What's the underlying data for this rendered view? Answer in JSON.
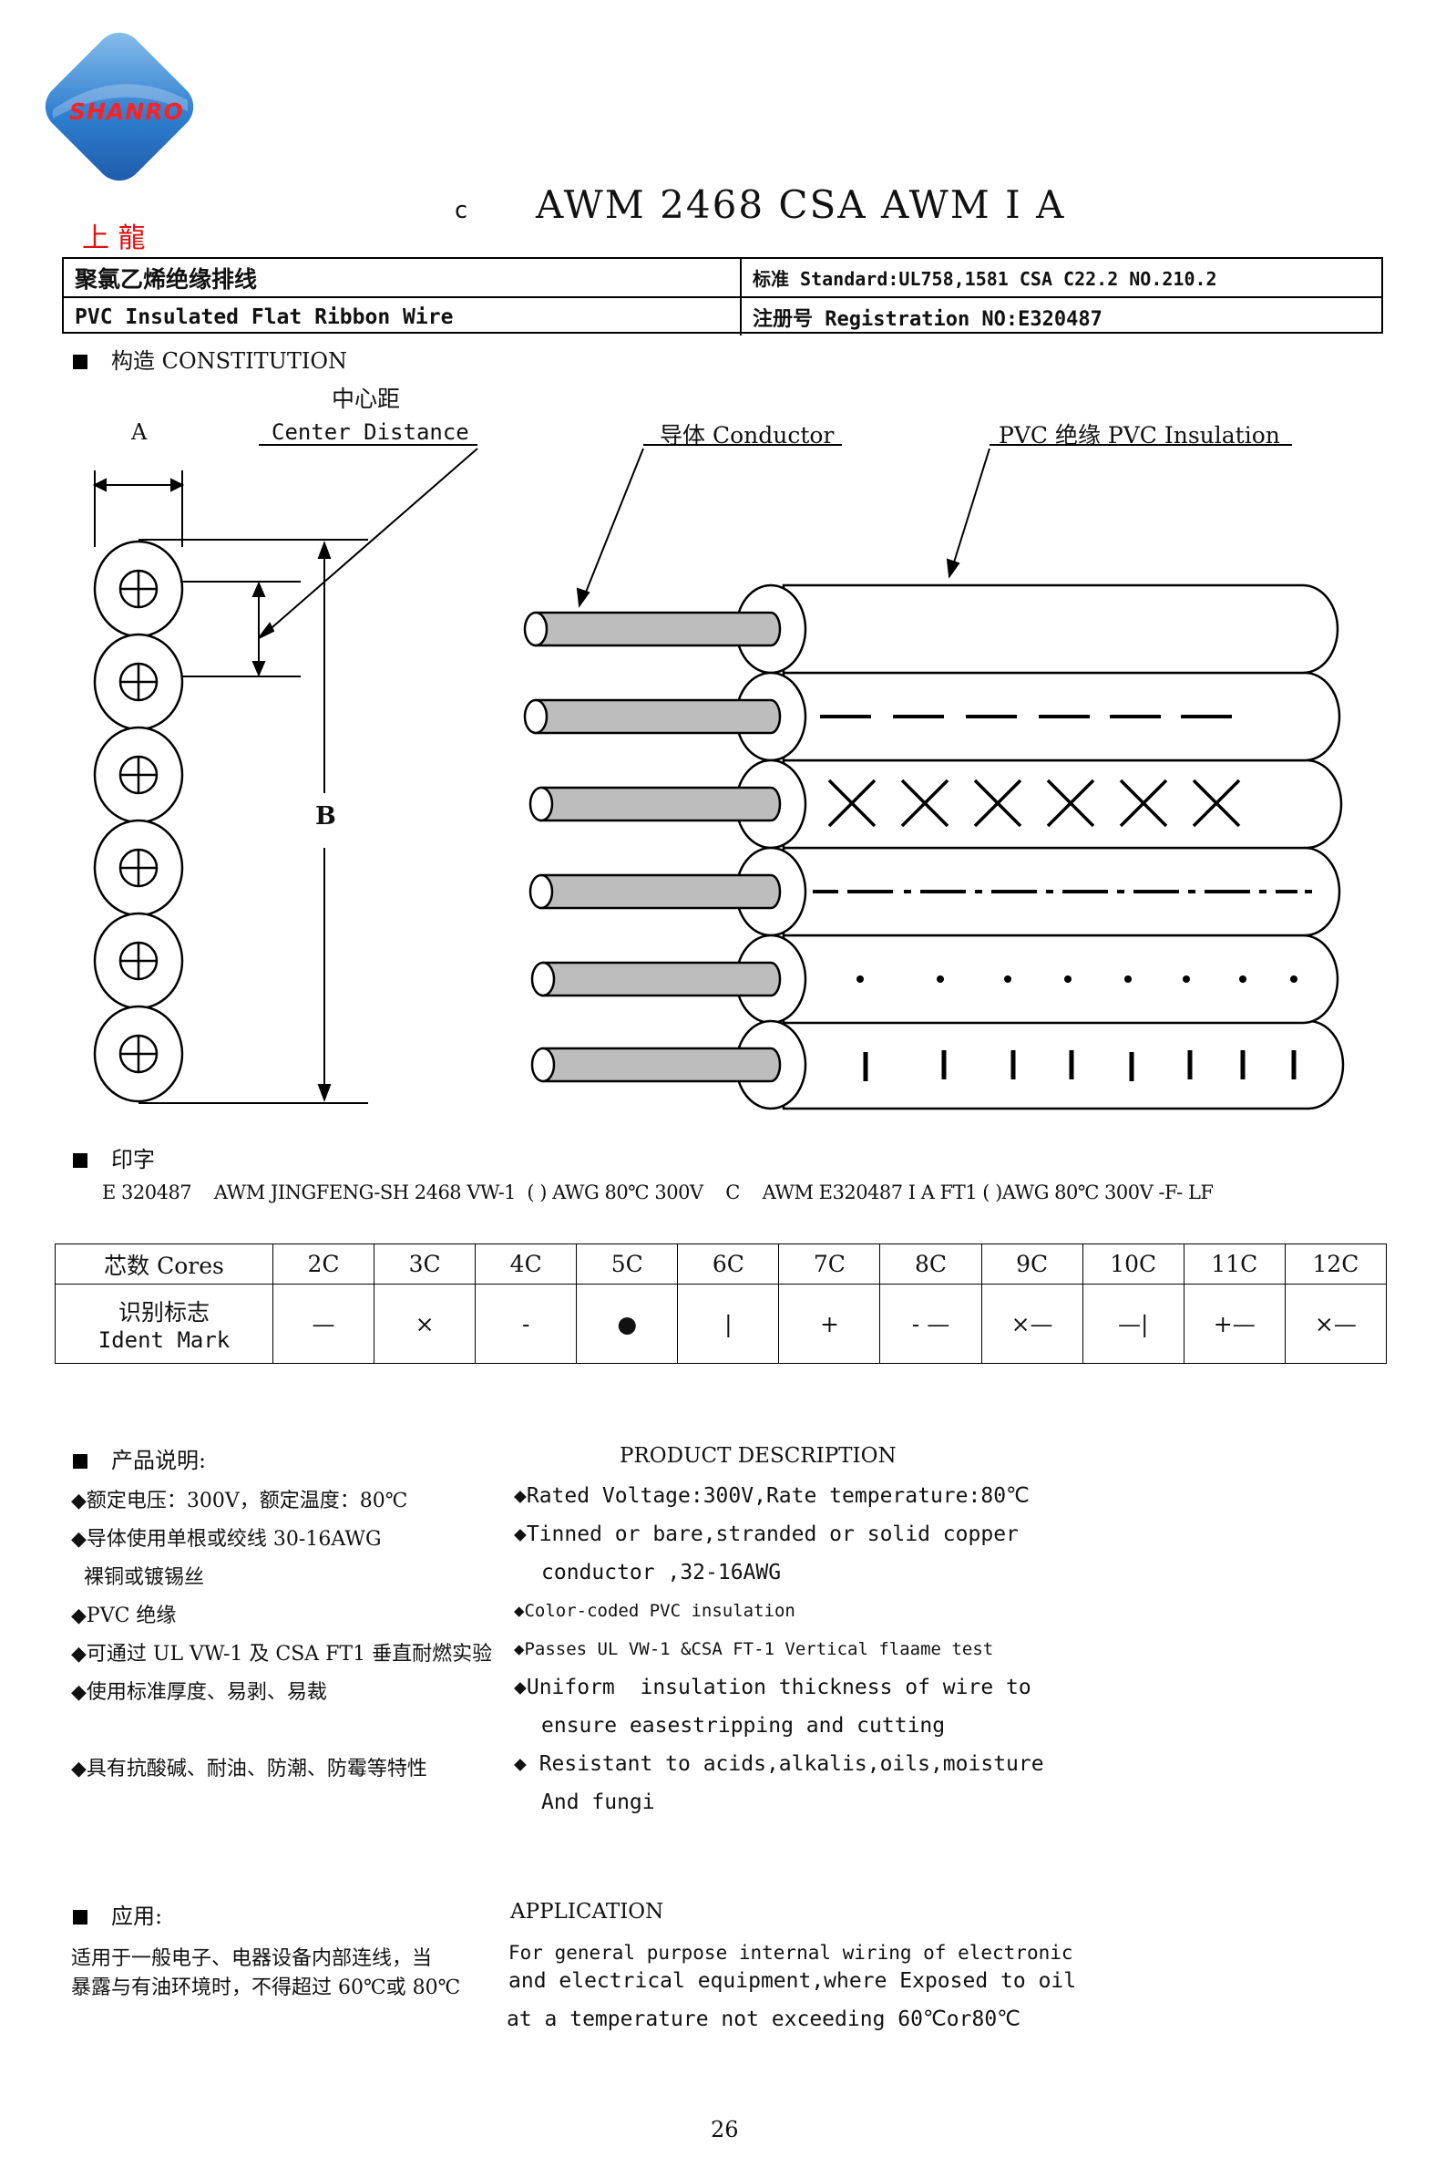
{
  "logo": {
    "brand": "SHANRO",
    "chinese": "上 龍"
  },
  "title": {
    "prefix": "c",
    "text": "AWM 2468 CSA AWM Ⅰ A"
  },
  "header": {
    "name_cn": "聚氯乙烯绝缘排线",
    "standard": "标准 Standard:UL758,1581 CSA C22.2 NO.210.2",
    "name_en": "PVC Insulated Flat Ribbon Wire",
    "registration": "注册号 Registration NO:E320487"
  },
  "construction": {
    "heading": "构造 CONSTITUTION",
    "center_distance_cn": "中心距",
    "center_distance_en": "Center Distance",
    "label_a": "A",
    "label_b": "B",
    "conductor": "导体 Conductor",
    "insulation": "PVC 绝缘 PVC Insulation",
    "print_label": "印字"
  },
  "printing": {
    "heading": "印字",
    "text": "E 320487    AWM JINGFENG-SH 2468 VW-1  ( ) AWG 80℃ 300V    C    AWM E320487 I A FT1 ( )AWG 80℃ 300V -F- LF"
  },
  "ident_table": {
    "cores_label": "芯数 Cores",
    "ident_label_cn": "识别标志",
    "ident_label_en": "Ident Mark",
    "cores": [
      "2C",
      "3C",
      "4C",
      "5C",
      "6C",
      "7C",
      "8C",
      "9C",
      "10C",
      "11C",
      "12C"
    ],
    "marks": [
      "—",
      "×",
      "-",
      "●",
      "|",
      "+",
      "- —",
      "×—",
      "—|",
      "+—",
      "×—"
    ]
  },
  "product": {
    "heading_cn": "产品说明:",
    "heading_en": "PRODUCT DESCRIPTION",
    "items_cn": [
      "◆额定电压：300V，额定温度：80℃",
      "◆导体使用单根或绞线 30-16AWG",
      "  裸铜或镀锡丝",
      "◆PVC 绝缘",
      "◆可通过 UL VW-1 及 CSA FT1 垂直耐燃实验",
      "◆使用标准厚度、易剥、易裁",
      "◆具有抗酸碱、耐油、防潮、防霉等特性"
    ],
    "items_en": [
      "◆Rated Voltage:300V,Rate temperature:80℃",
      "◆Tinned or bare,stranded or solid copper",
      "conductor ,32-16AWG",
      "◆Color-coded PVC insulation",
      "◆Passes UL VW-1 &CSA FT-1 Vertical flaame test",
      "◆Uniform  insulation thickness of wire to",
      "ensure easestripping and cutting",
      "◆ Resistant to acids,alkalis,oils,moisture",
      "And fungi"
    ]
  },
  "application": {
    "heading_cn": "应用:",
    "heading_en": "APPLICATION",
    "text_cn_1": "适用于一般电子、电器设备内部连线，当",
    "text_cn_2": "暴露与有油环境时，不得超过 60℃或 80℃",
    "text_en_1": "For general purpose internal wiring of electronic",
    "text_en_2": "and electrical equipment,where Exposed to oil",
    "text_en_3": "at a temperature not exceeding 60℃or80℃"
  },
  "page_number": "26"
}
